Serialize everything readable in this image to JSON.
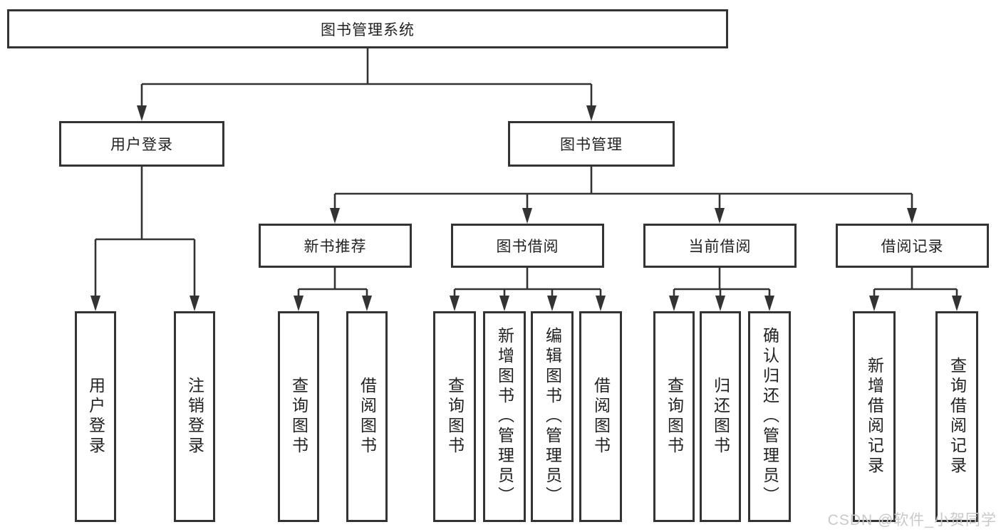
{
  "diagram": {
    "root": {
      "label": "图书管理系统"
    },
    "level2": [
      {
        "label": "用户登录",
        "parent": "图书管理系统"
      },
      {
        "label": "图书管理",
        "parent": "图书管理系统"
      }
    ],
    "level3": [
      {
        "label": "新书推荐",
        "parent": "图书管理"
      },
      {
        "label": "图书借阅",
        "parent": "图书管理"
      },
      {
        "label": "当前借阅",
        "parent": "图书管理"
      },
      {
        "label": "借阅记录",
        "parent": "图书管理"
      }
    ],
    "leaves": [
      {
        "label": "用户登录",
        "parent": "用户登录"
      },
      {
        "label": "注销登录",
        "parent": "用户登录"
      },
      {
        "label": "查询图书",
        "parent": "新书推荐"
      },
      {
        "label": "借阅图书",
        "parent": "新书推荐"
      },
      {
        "label": "查询图书",
        "parent": "图书借阅"
      },
      {
        "label": "新增图书（管理员）",
        "parent": "图书借阅"
      },
      {
        "label": "编辑图书（管理员）",
        "parent": "图书借阅"
      },
      {
        "label": "借阅图书",
        "parent": "图书借阅"
      },
      {
        "label": "查询图书",
        "parent": "当前借阅"
      },
      {
        "label": "归还图书",
        "parent": "当前借阅"
      },
      {
        "label": "确认归还（管理员）",
        "parent": "当前借阅"
      },
      {
        "label": "新增借阅记录",
        "parent": "借阅记录"
      },
      {
        "label": "查询借阅记录",
        "parent": "借阅记录"
      }
    ],
    "colors": {
      "line": "#333333",
      "box_border": "#333333",
      "text": "#222222",
      "background": "#ffffff",
      "watermark": "#c9c9c9"
    }
  },
  "watermark": {
    "text": "CSDN @软件_小贺同学"
  }
}
